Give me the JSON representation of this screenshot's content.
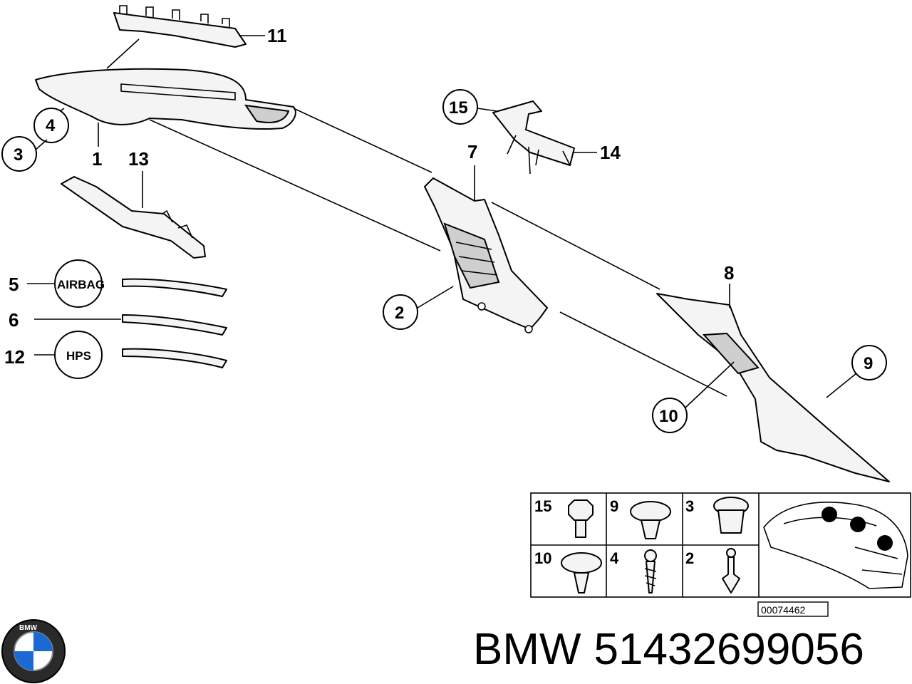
{
  "diagram": {
    "callouts": {
      "c1": "1",
      "c2": "2",
      "c3": "3",
      "c4": "4",
      "c5": "5",
      "c6": "6",
      "c7": "7",
      "c8": "8",
      "c9": "9",
      "c10": "10",
      "c11": "11",
      "c12": "12",
      "c13": "13",
      "c14": "14",
      "c15": "15"
    },
    "badges": {
      "airbag": "AIRBAG",
      "hps": "HPS"
    },
    "fastener_grid": {
      "cells": [
        "15",
        "9",
        "3",
        "10",
        "4",
        "2"
      ]
    },
    "reference_code": "00074462"
  },
  "footer": {
    "brand": "BMW",
    "part_number": "51432699056",
    "logo_text": "BMW"
  },
  "colors": {
    "line": "#000000",
    "background": "#ffffff",
    "logo_blue": "#1c69d4"
  }
}
